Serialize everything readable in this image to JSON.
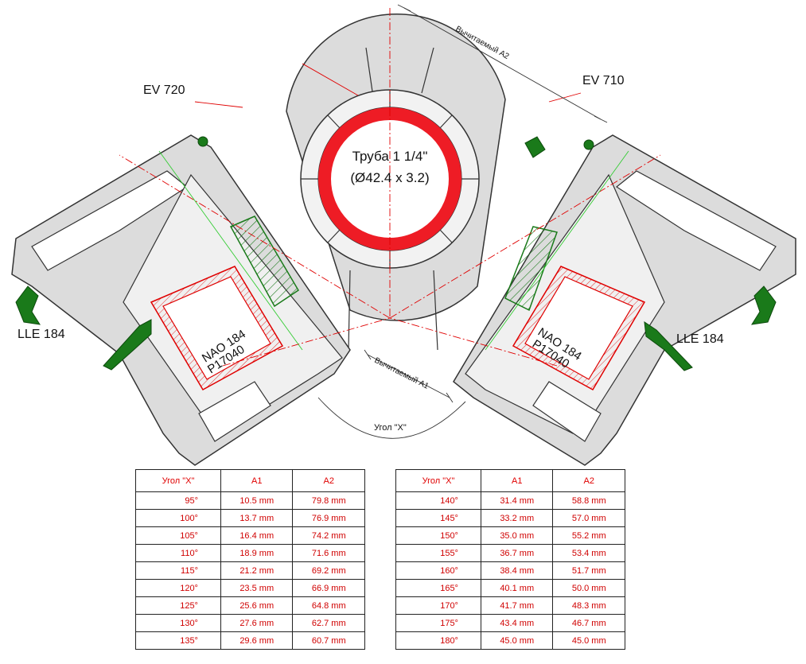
{
  "labels": {
    "ev720": "EV 720",
    "ev710": "EV 710",
    "pipe_line1": "Труба 1 1/4\"",
    "pipe_line2": "(Ø42.4 x 3.2)",
    "lle_left": "LLE 184",
    "lle_right": "LLE 184",
    "nao_left_1": "NAO 184",
    "nao_left_2": "P17040",
    "nao_right_1": "NAO 184",
    "nao_right_2": "P17040",
    "dim_a2": "Вычитаемый A2",
    "dim_a1": "Вычитаемый A1",
    "angle_x": "Угол \"X\""
  },
  "colors": {
    "pipe": "#ee1c25",
    "profile_fill": "#dcdcdc",
    "profile_stroke": "#333333",
    "gasket": "#1a7a1a",
    "reinforcement": "#e00000",
    "guide_green": "#33cc33",
    "table_text": "#d00000"
  },
  "table_left": {
    "headers": [
      "Угол \"X\"",
      "A1",
      "A2"
    ],
    "rows": [
      [
        "95°",
        "10.5 mm",
        "79.8 mm"
      ],
      [
        "100°",
        "13.7 mm",
        "76.9 mm"
      ],
      [
        "105°",
        "16.4 mm",
        "74.2 mm"
      ],
      [
        "110°",
        "18.9 mm",
        "71.6 mm"
      ],
      [
        "115°",
        "21.2 mm",
        "69.2 mm"
      ],
      [
        "120°",
        "23.5 mm",
        "66.9 mm"
      ],
      [
        "125°",
        "25.6 mm",
        "64.8 mm"
      ],
      [
        "130°",
        "27.6 mm",
        "62.7 mm"
      ],
      [
        "135°",
        "29.6 mm",
        "60.7 mm"
      ]
    ]
  },
  "table_right": {
    "headers": [
      "Угол \"X\"",
      "A1",
      "A2"
    ],
    "rows": [
      [
        "140°",
        "31.4 mm",
        "58.8 mm"
      ],
      [
        "145°",
        "33.2 mm",
        "57.0 mm"
      ],
      [
        "150°",
        "35.0 mm",
        "55.2 mm"
      ],
      [
        "155°",
        "36.7 mm",
        "53.4 mm"
      ],
      [
        "160°",
        "38.4 mm",
        "51.7 mm"
      ],
      [
        "165°",
        "40.1 mm",
        "50.0 mm"
      ],
      [
        "170°",
        "41.7 mm",
        "48.3 mm"
      ],
      [
        "175°",
        "43.4 mm",
        "46.7 mm"
      ],
      [
        "180°",
        "45.0 mm",
        "45.0 mm"
      ]
    ]
  }
}
